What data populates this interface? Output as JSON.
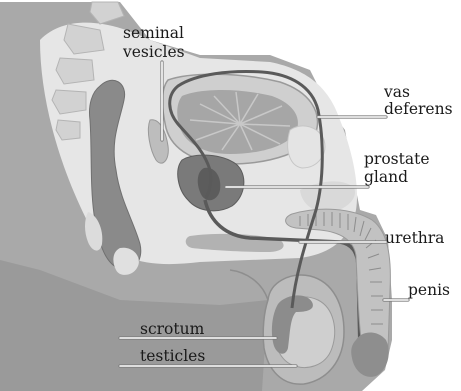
{
  "labels": {
    "seminal_line1": "seminal",
    "seminal_line2": "vesicles",
    "vas_line1": "vas",
    "vas_line2": "deferens",
    "prostate_line1": "prostate",
    "prostate_line2": "gland",
    "urethra": "urethra",
    "penis": "penis",
    "scrotum": "scrotum",
    "testicles": "testicles"
  },
  "colors": {
    "body_gray": "#a9a9a9",
    "cavity_light": "#e6e6e6",
    "organ_mid": "#8a8a8a",
    "organ_dark": "#5c5c5c",
    "duct_dark": "#5a5a5a",
    "leader_line": "#ffffff"
  }
}
